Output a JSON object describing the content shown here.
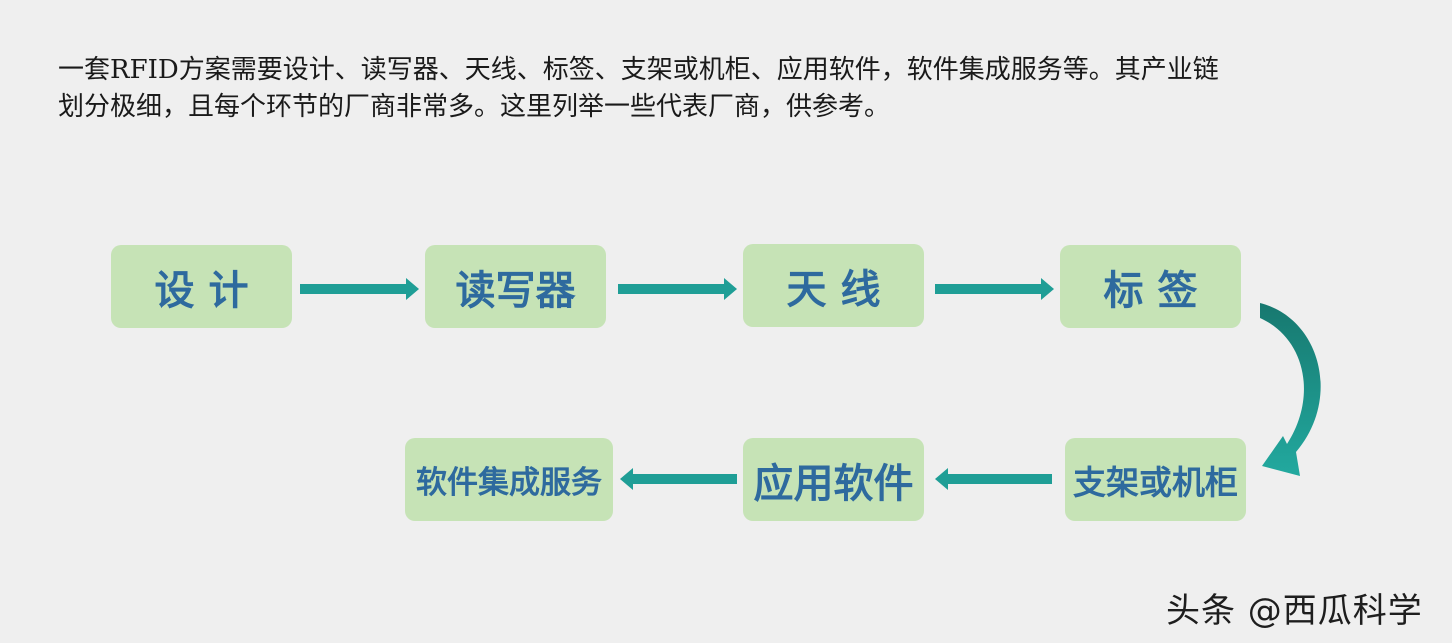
{
  "intro": {
    "line1": "一套RFID方案需要设计、读写器、天线、标签、支架或机柜、应用软件，软件集成服务等。其产业链",
    "line2": "划分极细，且每个环节的厂商非常多。这里列举一些代表厂商，供参考。"
  },
  "flow": {
    "steps": [
      "设 计",
      "读写器",
      "天 线",
      "标 签",
      "支架或机柜",
      "应用软件",
      "软件集成服务"
    ]
  },
  "colors": {
    "box_fill": "#c6e3b6",
    "box_text": "#2e6a9e",
    "arrow": "#1f9e96",
    "background": "#efefef"
  },
  "watermark": "头条 @西瓜科学"
}
